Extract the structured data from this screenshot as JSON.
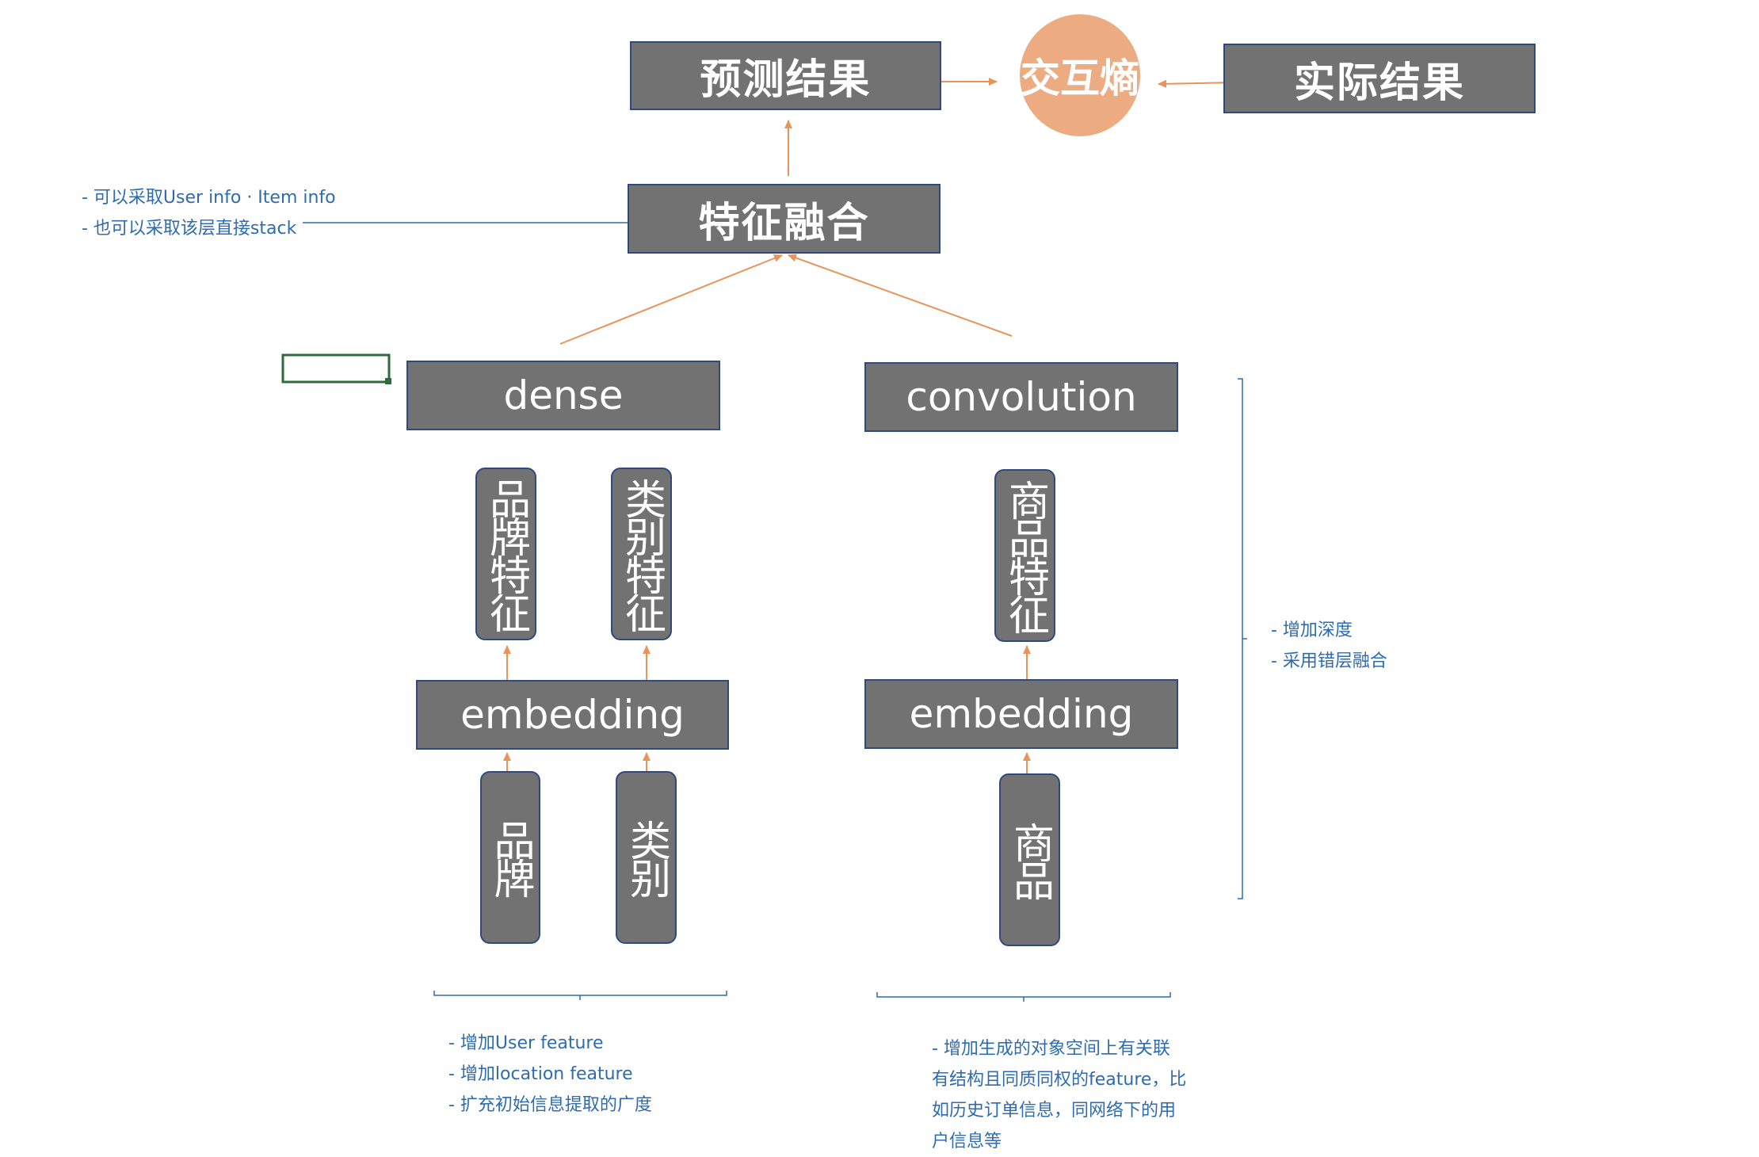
{
  "top": {
    "predicted": "预测结果",
    "cross_entropy": "交互熵",
    "actual": "实际结果"
  },
  "fusion": {
    "label": "特征融合",
    "note_lines": [
      "- 可以采取User info · Item info",
      "- 也可以采取该层直接stack"
    ]
  },
  "left_branch": {
    "layer": "dense",
    "features": [
      "品牌特征",
      "类别特征"
    ],
    "embedding": "embedding",
    "inputs": [
      "品牌",
      "类别"
    ],
    "note_lines": [
      "- 增加User feature",
      "- 增加location feature",
      "- 扩充初始信息提取的广度"
    ]
  },
  "right_branch": {
    "layer": "convolution",
    "features": [
      "商品特征"
    ],
    "embedding": "embedding",
    "inputs": [
      "商品"
    ],
    "note_lines": [
      "- 增加生成的对象空间上有关联",
      "有结构且同质同权的feature，比",
      "如历史订单信息，同网络下的用",
      "户信息等"
    ]
  },
  "side_note": {
    "lines": [
      "- 增加深度",
      "- 采用错层融合"
    ]
  },
  "colors": {
    "box_fill": "#727272",
    "box_border": "#2e4a7e",
    "arrow": "#e8935a",
    "circle": "#ecab80",
    "note_text": "#2e6bb0",
    "selection_box": "#2e6b3a"
  }
}
